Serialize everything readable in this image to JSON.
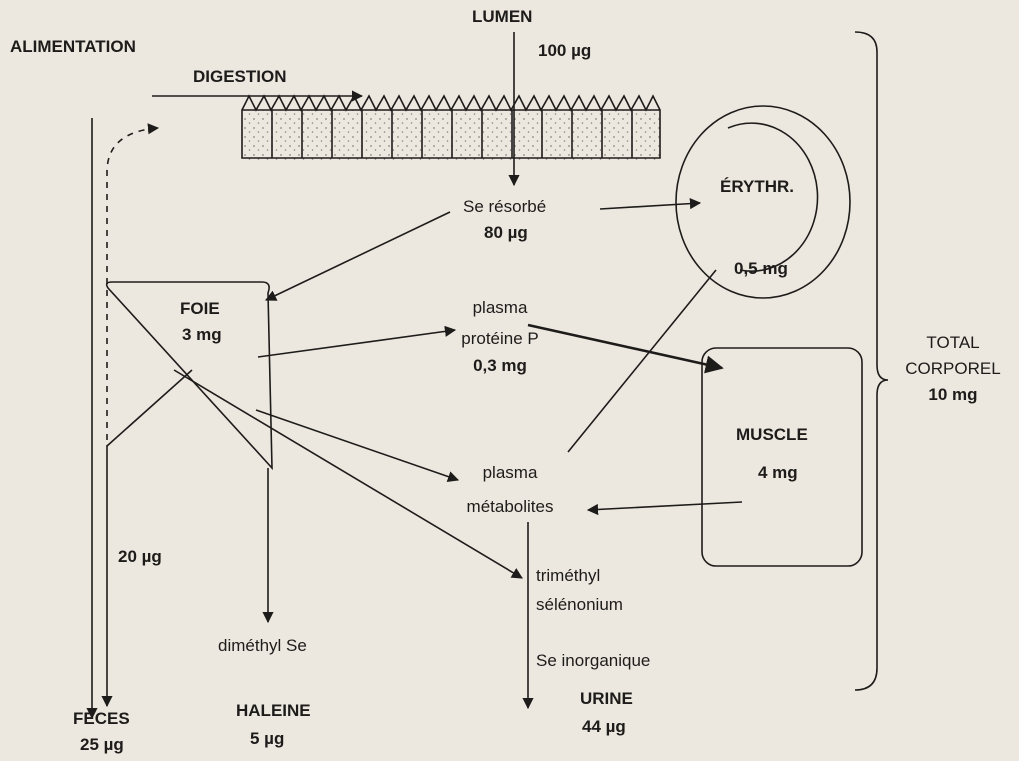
{
  "colors": {
    "background": "#ece8e0",
    "ink": "#1e1c1a",
    "dots": "#8a857c"
  },
  "labels": {
    "alimentation": "ALIMENTATION",
    "digestion": "DIGESTION",
    "lumen": "LUMEN",
    "lumen_value": "100 µg",
    "se_resorbe": "Se résorbé",
    "se_resorbe_value": "80 µg",
    "erythr": "ÉRYTHR.",
    "erythr_value": "0,5 mg",
    "foie": "FOIE",
    "foie_value": "3 mg",
    "plasma_proteine_1": "plasma",
    "plasma_proteine_2": "protéine P",
    "plasma_proteine_value": "0,3 mg",
    "total_1": "TOTAL",
    "total_2": "CORPOREL",
    "total_value": "10 mg",
    "muscle": "MUSCLE",
    "muscle_value": "4 mg",
    "plasma_metab_1": "plasma",
    "plasma_metab_2": "métabolites",
    "trimethyl_1": "triméthyl",
    "trimethyl_2": "sélénonium",
    "se_inorganique": "Se inorganique",
    "feces_value_mid": "20 µg",
    "dimethyl_se": "diméthyl Se",
    "feces": "FECES",
    "feces_value": "25 µg",
    "haleine": "HALEINE",
    "haleine_value": "5 µg",
    "urine": "URINE",
    "urine_value": "44 µg"
  }
}
